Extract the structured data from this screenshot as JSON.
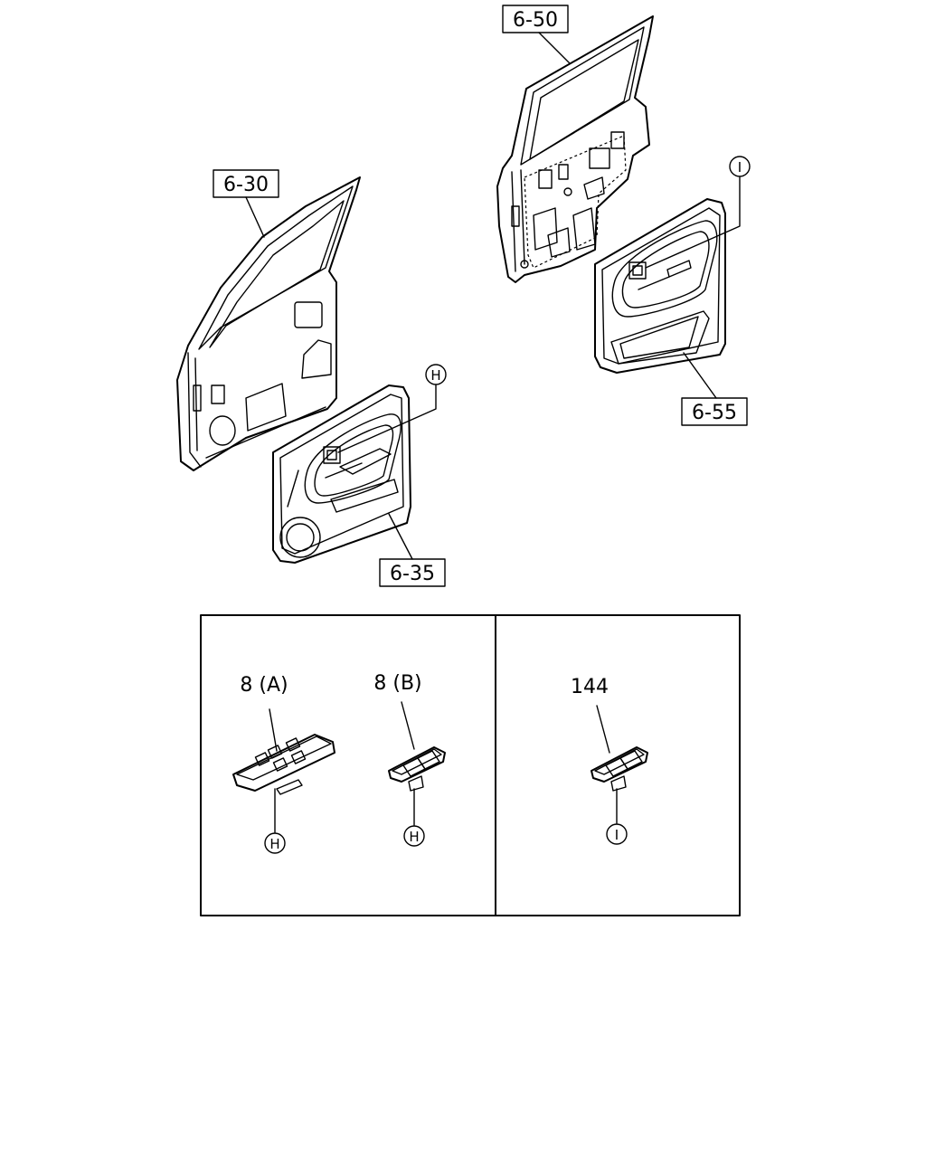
{
  "callouts": {
    "front_door_panel": "6-30",
    "front_trim_panel": "6-35",
    "rear_door_panel": "6-50",
    "rear_trim_panel": "6-55"
  },
  "reference_marks": {
    "front": "H",
    "rear": "I"
  },
  "detail_parts": {
    "switch_a": "8 (A)",
    "switch_b": "8 (B)",
    "switch_rear": "144"
  }
}
